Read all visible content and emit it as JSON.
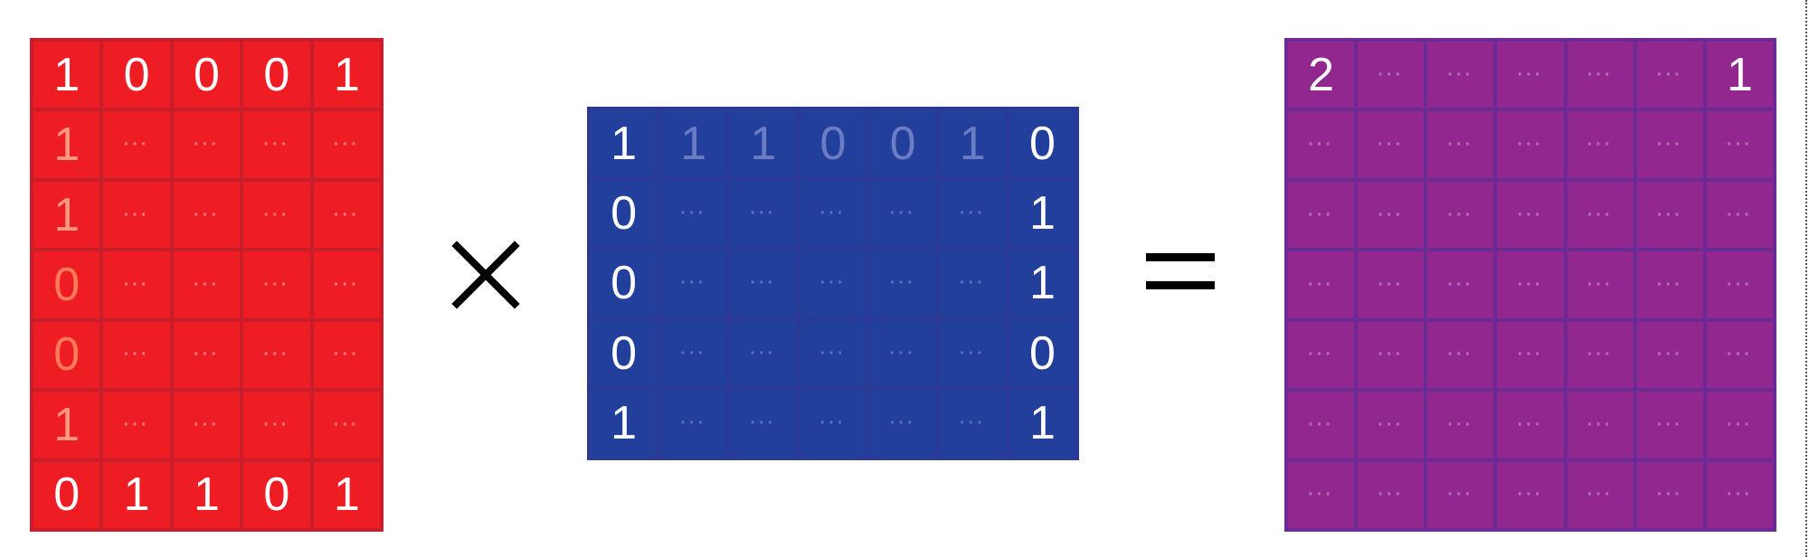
{
  "matrix_a": {
    "rows": [
      [
        {
          "t": "1",
          "s": "num"
        },
        {
          "t": "0",
          "s": "num"
        },
        {
          "t": "0",
          "s": "num"
        },
        {
          "t": "0",
          "s": "num"
        },
        {
          "t": "1",
          "s": "num"
        }
      ],
      [
        {
          "t": "1",
          "s": "num faded-red"
        },
        {
          "t": "···",
          "s": "dots"
        },
        {
          "t": "···",
          "s": "dots"
        },
        {
          "t": "···",
          "s": "dots"
        },
        {
          "t": "···",
          "s": "dots"
        }
      ],
      [
        {
          "t": "1",
          "s": "num faded-red"
        },
        {
          "t": "···",
          "s": "dots"
        },
        {
          "t": "···",
          "s": "dots"
        },
        {
          "t": "···",
          "s": "dots"
        },
        {
          "t": "···",
          "s": "dots"
        }
      ],
      [
        {
          "t": "0",
          "s": "num faded-red-strong"
        },
        {
          "t": "···",
          "s": "dots"
        },
        {
          "t": "···",
          "s": "dots"
        },
        {
          "t": "···",
          "s": "dots"
        },
        {
          "t": "···",
          "s": "dots"
        }
      ],
      [
        {
          "t": "0",
          "s": "num faded-red-strong"
        },
        {
          "t": "···",
          "s": "dots"
        },
        {
          "t": "···",
          "s": "dots"
        },
        {
          "t": "···",
          "s": "dots"
        },
        {
          "t": "···",
          "s": "dots"
        }
      ],
      [
        {
          "t": "1",
          "s": "num faded-red"
        },
        {
          "t": "···",
          "s": "dots"
        },
        {
          "t": "···",
          "s": "dots"
        },
        {
          "t": "···",
          "s": "dots"
        },
        {
          "t": "···",
          "s": "dots"
        }
      ],
      [
        {
          "t": "0",
          "s": "num"
        },
        {
          "t": "1",
          "s": "num"
        },
        {
          "t": "1",
          "s": "num"
        },
        {
          "t": "0",
          "s": "num"
        },
        {
          "t": "1",
          "s": "num"
        }
      ]
    ]
  },
  "operator_times": "×",
  "matrix_b": {
    "rows": [
      [
        {
          "t": "1",
          "s": "num"
        },
        {
          "t": "1",
          "s": "num faded-blue"
        },
        {
          "t": "1",
          "s": "num faded-blue"
        },
        {
          "t": "0",
          "s": "num faded-blue"
        },
        {
          "t": "0",
          "s": "num faded-blue"
        },
        {
          "t": "1",
          "s": "num faded-blue"
        },
        {
          "t": "0",
          "s": "num"
        }
      ],
      [
        {
          "t": "0",
          "s": "num"
        },
        {
          "t": "···",
          "s": "dots"
        },
        {
          "t": "···",
          "s": "dots"
        },
        {
          "t": "···",
          "s": "dots"
        },
        {
          "t": "···",
          "s": "dots"
        },
        {
          "t": "···",
          "s": "dots"
        },
        {
          "t": "1",
          "s": "num"
        }
      ],
      [
        {
          "t": "0",
          "s": "num"
        },
        {
          "t": "···",
          "s": "dots"
        },
        {
          "t": "···",
          "s": "dots"
        },
        {
          "t": "···",
          "s": "dots"
        },
        {
          "t": "···",
          "s": "dots"
        },
        {
          "t": "···",
          "s": "dots"
        },
        {
          "t": "1",
          "s": "num"
        }
      ],
      [
        {
          "t": "0",
          "s": "num"
        },
        {
          "t": "···",
          "s": "dots"
        },
        {
          "t": "···",
          "s": "dots"
        },
        {
          "t": "···",
          "s": "dots"
        },
        {
          "t": "···",
          "s": "dots"
        },
        {
          "t": "···",
          "s": "dots"
        },
        {
          "t": "0",
          "s": "num"
        }
      ],
      [
        {
          "t": "1",
          "s": "num"
        },
        {
          "t": "···",
          "s": "dots"
        },
        {
          "t": "···",
          "s": "dots"
        },
        {
          "t": "···",
          "s": "dots"
        },
        {
          "t": "···",
          "s": "dots"
        },
        {
          "t": "···",
          "s": "dots"
        },
        {
          "t": "1",
          "s": "num"
        }
      ]
    ]
  },
  "operator_equals": "=",
  "matrix_c": {
    "rows": [
      [
        {
          "t": "2",
          "s": "num"
        },
        {
          "t": "···",
          "s": "dots"
        },
        {
          "t": "···",
          "s": "dots"
        },
        {
          "t": "···",
          "s": "dots"
        },
        {
          "t": "···",
          "s": "dots"
        },
        {
          "t": "···",
          "s": "dots"
        },
        {
          "t": "1",
          "s": "num"
        }
      ],
      [
        {
          "t": "···",
          "s": "dots"
        },
        {
          "t": "···",
          "s": "dots"
        },
        {
          "t": "···",
          "s": "dots"
        },
        {
          "t": "···",
          "s": "dots"
        },
        {
          "t": "···",
          "s": "dots"
        },
        {
          "t": "···",
          "s": "dots"
        },
        {
          "t": "···",
          "s": "dots"
        }
      ],
      [
        {
          "t": "···",
          "s": "dots"
        },
        {
          "t": "···",
          "s": "dots"
        },
        {
          "t": "···",
          "s": "dots"
        },
        {
          "t": "···",
          "s": "dots"
        },
        {
          "t": "···",
          "s": "dots"
        },
        {
          "t": "···",
          "s": "dots"
        },
        {
          "t": "···",
          "s": "dots"
        }
      ],
      [
        {
          "t": "···",
          "s": "dots"
        },
        {
          "t": "···",
          "s": "dots"
        },
        {
          "t": "···",
          "s": "dots"
        },
        {
          "t": "···",
          "s": "dots"
        },
        {
          "t": "···",
          "s": "dots"
        },
        {
          "t": "···",
          "s": "dots"
        },
        {
          "t": "···",
          "s": "dots"
        }
      ],
      [
        {
          "t": "···",
          "s": "dots"
        },
        {
          "t": "···",
          "s": "dots"
        },
        {
          "t": "···",
          "s": "dots"
        },
        {
          "t": "···",
          "s": "dots"
        },
        {
          "t": "···",
          "s": "dots"
        },
        {
          "t": "···",
          "s": "dots"
        },
        {
          "t": "···",
          "s": "dots"
        }
      ],
      [
        {
          "t": "···",
          "s": "dots"
        },
        {
          "t": "···",
          "s": "dots"
        },
        {
          "t": "···",
          "s": "dots"
        },
        {
          "t": "···",
          "s": "dots"
        },
        {
          "t": "···",
          "s": "dots"
        },
        {
          "t": "···",
          "s": "dots"
        },
        {
          "t": "···",
          "s": "dots"
        }
      ],
      [
        {
          "t": "···",
          "s": "dots"
        },
        {
          "t": "···",
          "s": "dots"
        },
        {
          "t": "···",
          "s": "dots"
        },
        {
          "t": "···",
          "s": "dots"
        },
        {
          "t": "···",
          "s": "dots"
        },
        {
          "t": "···",
          "s": "dots"
        },
        {
          "t": "···",
          "s": "dots"
        }
      ]
    ]
  },
  "colors": {
    "matrix_a_fill": "#ee1d24",
    "matrix_b_fill": "#223f9b",
    "matrix_c_fill": "#92278f",
    "operator": "#000000"
  }
}
